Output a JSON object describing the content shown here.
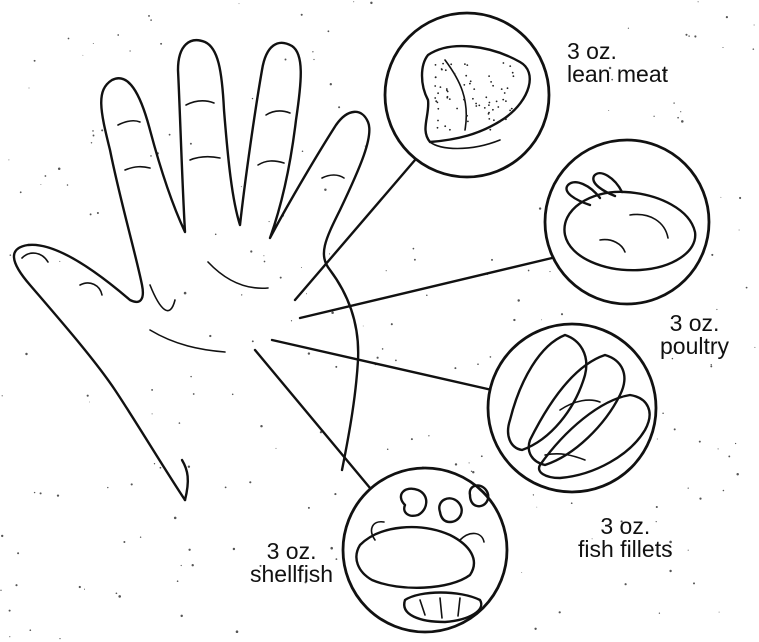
{
  "portions": [
    {
      "amount": "3 oz.",
      "food": "lean meat"
    },
    {
      "amount": "3 oz.",
      "food": "poultry"
    },
    {
      "amount": "3 oz.",
      "food": "fish fillets"
    },
    {
      "amount": "3 oz.",
      "food": "shellfish"
    }
  ],
  "colors": {
    "ink": "#111111",
    "paper": "#ffffff"
  }
}
